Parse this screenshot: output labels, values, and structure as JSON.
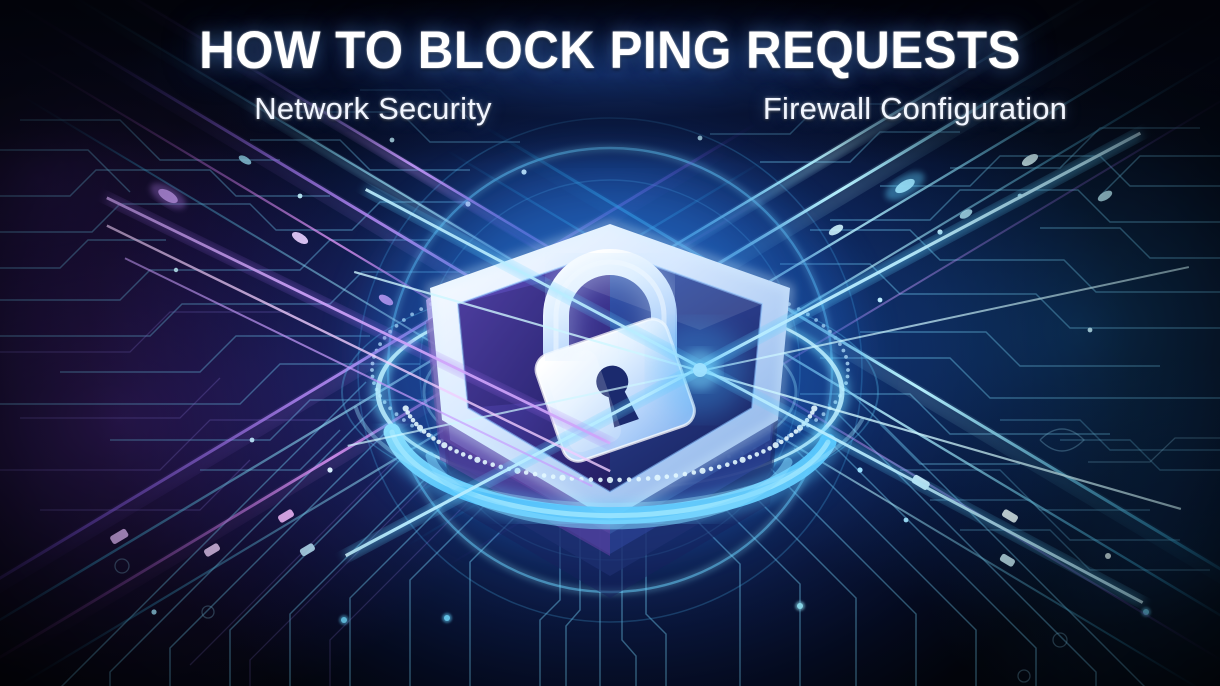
{
  "page": {
    "title": "HOW TO BLOCK PING REQUESTS",
    "subtitle_left": "Network Security",
    "subtitle_right": "Firewall Configuration"
  },
  "graphic": {
    "emblem_name": "shield-with-padlock",
    "icons": [
      "shield-icon",
      "padlock-icon",
      "keyhole-icon",
      "circuit-board-icon"
    ],
    "description": "Glowing 3D isometric security shield with padlock over a digital circuit board background with light streaks"
  },
  "colors": {
    "background_dark": "#04030e",
    "background_navy": "#07102c",
    "accent_cyan": "#35d7ff",
    "accent_blue": "#3aa0ff",
    "accent_purple": "#a06ef0",
    "accent_magenta": "#d07bf5",
    "shield_rim": "#dbeaff",
    "shield_face": "#2a3f8f",
    "text_primary": "#ffffff"
  }
}
